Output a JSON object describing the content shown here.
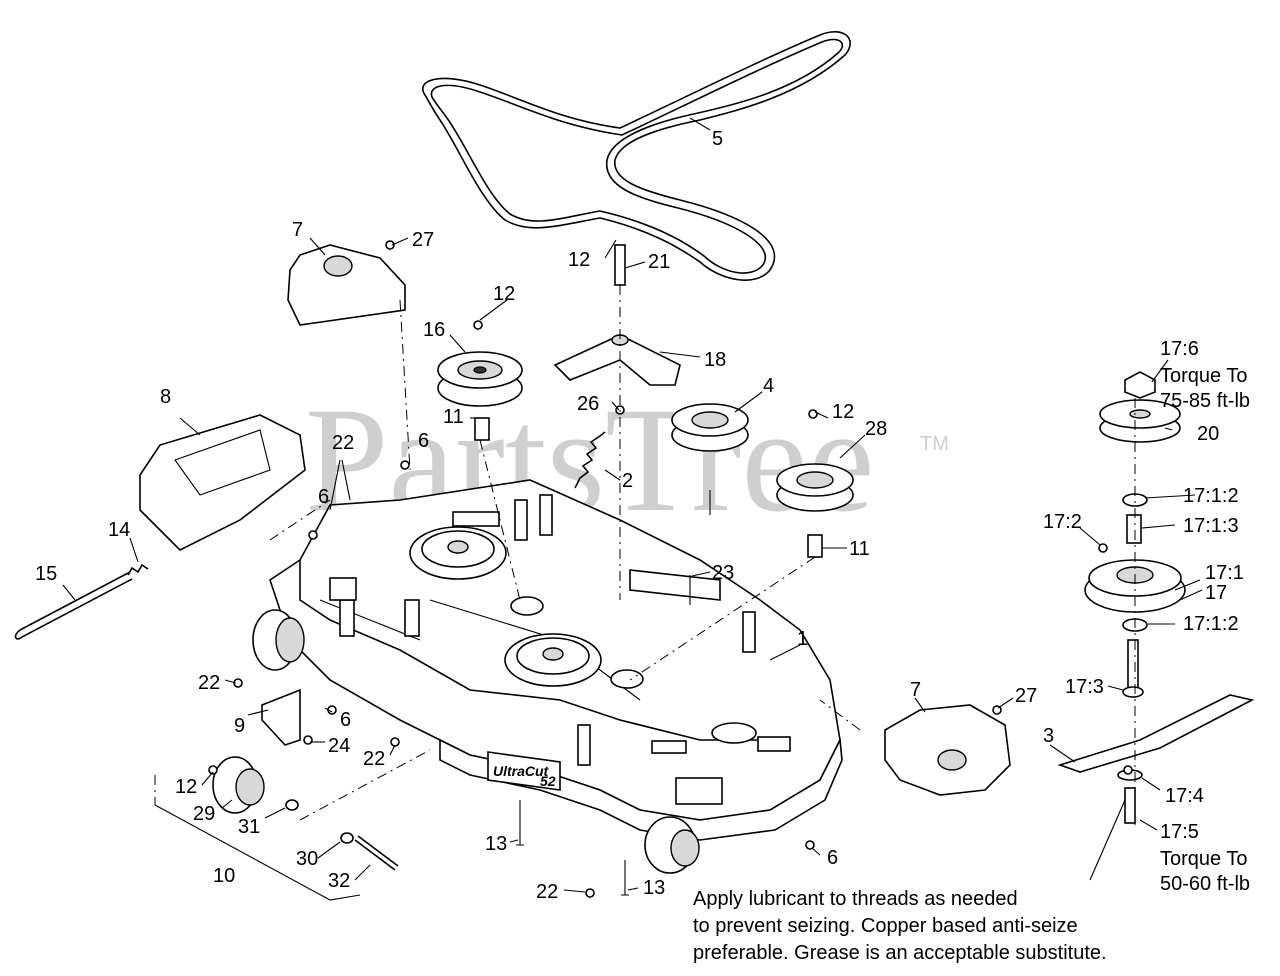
{
  "watermark": {
    "text": "PartsTree",
    "trademark": "TM"
  },
  "deck_brand": {
    "name": "UltraCut",
    "size": "52"
  },
  "labels": {
    "l1": "1",
    "l2": "2",
    "l3": "3",
    "l4": "4",
    "l5": "5",
    "l6": "6",
    "l7": "7",
    "l8": "8",
    "l9": "9",
    "l10": "10",
    "l11": "11",
    "l12": "12",
    "l13": "13",
    "l14": "14",
    "l15": "15",
    "l16": "16",
    "l17": "17",
    "l18": "18",
    "l20": "20",
    "l21": "21",
    "l22": "22",
    "l23": "23",
    "l24": "24",
    "l26": "26",
    "l27": "27",
    "l28": "28",
    "l29": "29",
    "l30": "30",
    "l31": "31",
    "l32": "32",
    "l17_1": "17:1",
    "l17_1_2": "17:1:2",
    "l17_1_3": "17:1:3",
    "l17_2": "17:2",
    "l17_3": "17:3",
    "l17_4": "17:4",
    "l17_5": "17:5",
    "l17_6": "17:6"
  },
  "torque_notes": {
    "top_line1": "Torque To",
    "top_line2": "75-85 ft-lb",
    "bottom_line1": "Torque To",
    "bottom_line2": "50-60 ft-lb"
  },
  "footer_note": {
    "line1": "Apply lubricant to threads as needed",
    "line2": "to prevent seizing. Copper based anti-seize",
    "line3": "preferable. Grease is an acceptable substitute."
  }
}
